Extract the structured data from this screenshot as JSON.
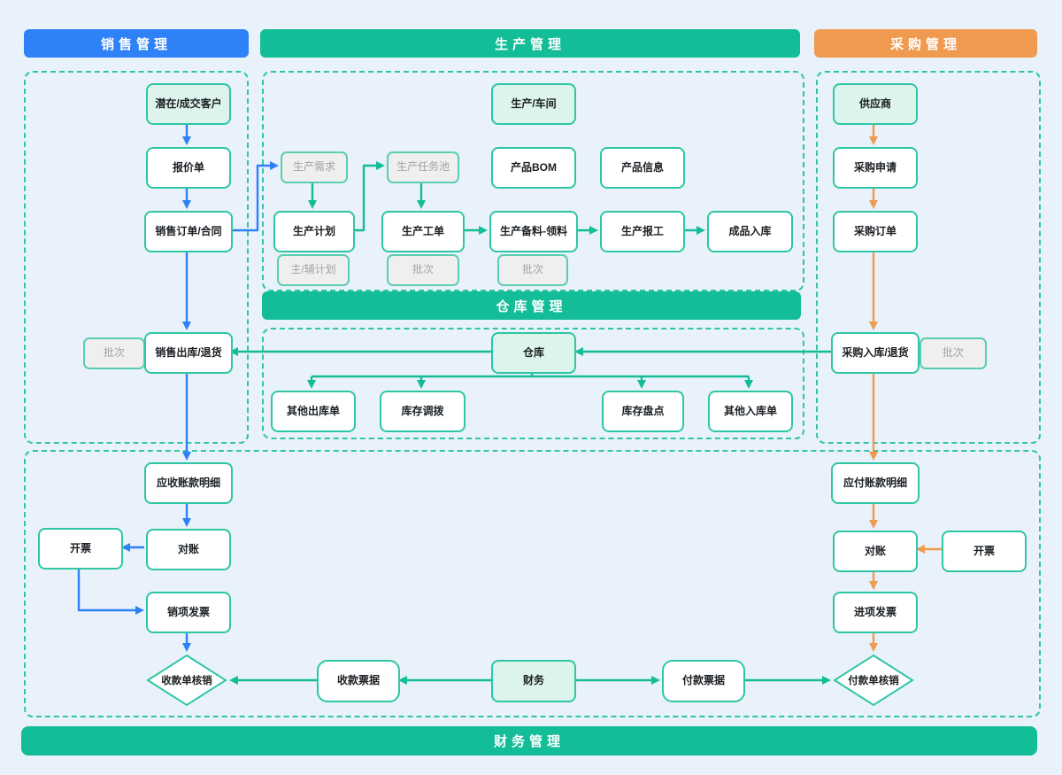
{
  "colors": {
    "blue": "#2E81F6",
    "green": "#12BD97",
    "orange": "#F09A4F",
    "node_border": "#2FC6A4",
    "ghost_border": "#5BCEB0",
    "entity_fill": "#DCF4EC",
    "ghost_fill": "#EFEFEF",
    "background": "#E9F1FA",
    "text_dark": "#1B1F23",
    "text_gray": "#9FA4A9"
  },
  "banners": {
    "sales": "销售管理",
    "production": "生产管理",
    "procurement": "采购管理",
    "warehouse": "仓库管理",
    "finance": "财务管理"
  },
  "nodes": {
    "customer": "潜在/成交客户",
    "quote": "报价单",
    "sales_order": "销售订单/合同",
    "batch_sales": "批次",
    "sales_outbound": "销售出库/退货",
    "ar_detail": "应收账款明细",
    "recon_left": "对账",
    "invoice_left": "开票",
    "sales_invoice": "销项发票",
    "receipt_writeoff": "收款单核销",
    "prod_workshop": "生产/车间",
    "prod_demand": "生产需求",
    "task_pool": "生产任务池",
    "product_bom": "产品BOM",
    "product_info": "产品信息",
    "prod_plan": "生产计划",
    "main_aux_plan": "主/辅计划",
    "work_order": "生产工单",
    "batch_workorder": "批次",
    "material_prep": "生产备料-领料",
    "batch_material": "批次",
    "work_report": "生产报工",
    "finished_inbound": "成品入库",
    "warehouse": "仓库",
    "other_outbound": "其他出库单",
    "stock_transfer": "库存调拨",
    "stock_check": "库存盘点",
    "other_inbound": "其他入库单",
    "supplier": "供应商",
    "purchase_request": "采购申请",
    "purchase_order": "采购订单",
    "purchase_inbound": "采购入库/退货",
    "batch_purchase": "批次",
    "ap_detail": "应付账款明细",
    "recon_right": "对账",
    "invoice_right": "开票",
    "input_invoice": "进项发票",
    "payment_writeoff": "付款单核销",
    "receipt_note": "收款票据",
    "finance_dept": "财务",
    "payment_note": "付款票据"
  }
}
